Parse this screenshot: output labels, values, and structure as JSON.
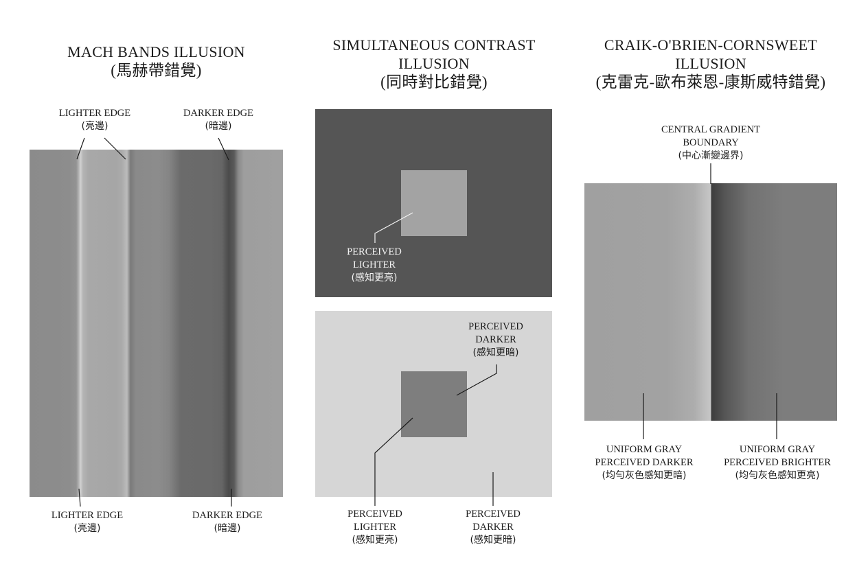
{
  "mach_bands": {
    "title": "MACH BANDS ILLUSION",
    "title_zh": "(馬赫帶錯覺)",
    "top_left_label": "LIGHTER EDGE",
    "top_left_label_zh": "(亮邊)",
    "top_right_label": "DARKER EDGE",
    "top_right_label_zh": "(暗邊)",
    "bottom_left_label": "LIGHTER EDGE",
    "bottom_left_label_zh": "(亮邊)",
    "bottom_right_label": "DARKER EDGE",
    "bottom_right_label_zh": "(暗邊)"
  },
  "simultaneous_contrast": {
    "title_line1": "SIMULTANEOUS CONTRAST",
    "title_line2": "ILLUSION",
    "title_zh": "(同時對比錯覺)",
    "dark_panel_label_line1": "PERCEIVED",
    "dark_panel_label_line2": "LIGHTER",
    "dark_panel_label_zh": "(感知更亮)",
    "light_panel_top_label_line1": "PERCEIVED",
    "light_panel_top_label_line2": "DARKER",
    "light_panel_top_label_zh": "(感知更暗)",
    "bottom_left_label_line1": "PERCEIVED",
    "bottom_left_label_line2": "LIGHTER",
    "bottom_left_label_zh": "(感知更亮)",
    "bottom_right_label_line1": "PERCEIVED",
    "bottom_right_label_line2": "DARKER",
    "bottom_right_label_zh": "(感知更暗)"
  },
  "cornsweet": {
    "title_line1": "CRAIK-O'BRIEN-CORNSWEET",
    "title_line2": "ILLUSION",
    "title_zh": "(克雷克-歐布萊恩-康斯威特錯覺)",
    "boundary_label_line1": "CENTRAL GRADIENT",
    "boundary_label_line2": "BOUNDARY",
    "boundary_label_zh": "(中心漸變邊界)",
    "left_label_line1": "UNIFORM GRAY",
    "left_label_line2": "PERCEIVED DARKER",
    "left_label_zh": "(均勻灰色感知更暗)",
    "right_label_line1": "UNIFORM GRAY",
    "right_label_line2": "PERCEIVED BRIGHTER",
    "right_label_zh": "(均勻灰色感知更亮)"
  },
  "colors": {
    "background": "#ffffff",
    "text": "#1b1b1b",
    "sc_dark_bg": "#555555",
    "sc_dark_square": "#a3a3a3",
    "sc_light_bg": "#d6d6d6",
    "sc_light_square": "#7e7e7e"
  }
}
